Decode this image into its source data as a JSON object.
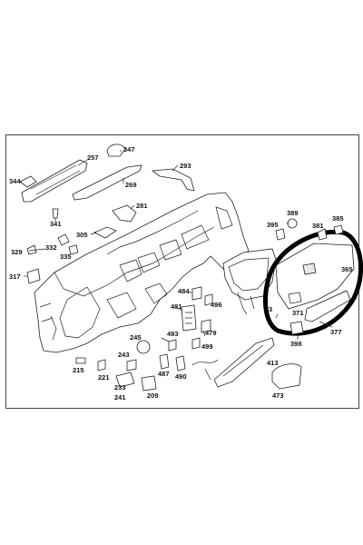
{
  "diagram": {
    "labels": [
      "257",
      "344",
      "347",
      "293",
      "269",
      "341",
      "281",
      "305",
      "332",
      "335",
      "329",
      "317",
      "389",
      "395",
      "381",
      "385",
      "365",
      "371",
      "398",
      "377",
      "484",
      "496",
      "481",
      "479",
      "493",
      "499",
      "245",
      "243",
      "221",
      "215",
      "233",
      "241",
      "209",
      "487",
      "490",
      "413",
      "473",
      "3"
    ]
  },
  "colors": {
    "line": "#222222",
    "highlight": "#000000"
  }
}
